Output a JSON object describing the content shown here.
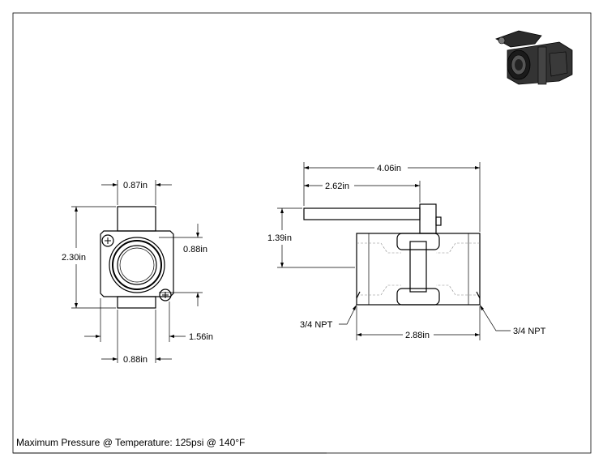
{
  "drawing": {
    "note": "Maximum Pressure @ Temperature: 125psi @ 140°F",
    "front_view": {
      "top_width": "0.87in",
      "height": "2.30in",
      "port_width": "0.88in",
      "right_offset": "1.56in",
      "bottom_width": "0.88in"
    },
    "side_view": {
      "overall_length": "4.06in",
      "handle_length": "2.62in",
      "handle_height": "1.39in",
      "body_length": "2.88in",
      "left_port": "3/4 NPT",
      "right_port": "3/4 NPT"
    }
  }
}
